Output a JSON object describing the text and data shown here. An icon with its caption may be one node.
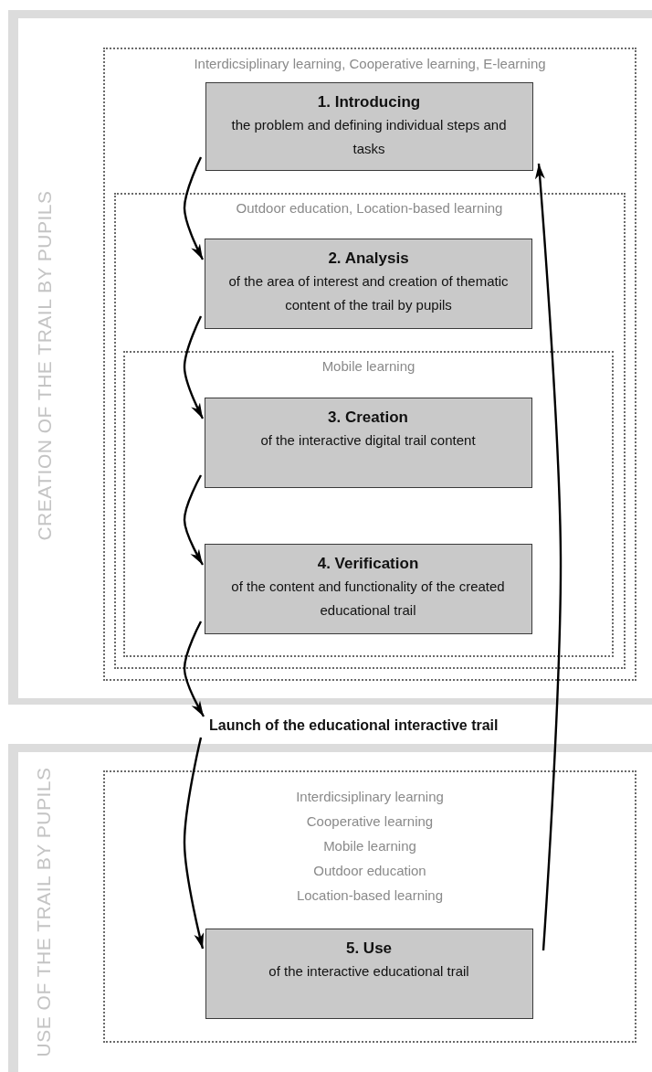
{
  "diagram": {
    "nodes": [
      {
        "text": [
          "CREATION OF THE TRAIL BY PUPILS"
        ]
      },
      {
        "text": [
          "Interdicsiplinary learning, Cooperative learning, E-learning"
        ],
        "in": 0
      },
      {
        "text": [
          "1. Introducing",
          "the problem and defining individual steps and tasks"
        ],
        "in": 1
      },
      {
        "text": [
          "Outdoor education, Location-based learning"
        ],
        "in": 1
      },
      {
        "text": [
          "2. Analysis",
          "of the area of interest and creation of thematic content of the trail by pupils"
        ],
        "in": 3
      },
      {
        "text": [
          "Mobile learning"
        ],
        "in": 3
      },
      {
        "text": [
          "3. Creation",
          "of the interactive digital trail content"
        ],
        "in": 5
      },
      {
        "text": [
          "4. Verification",
          "of the content and functionality of the created educational trail"
        ],
        "in": 5
      },
      {
        "text": [
          "Launch of the educational interactive trail"
        ]
      },
      {
        "text": [
          "USE OF THE TRAIL BY PUPILS"
        ]
      },
      {
        "text": [
          "Interdicsiplinary learning",
          "Cooperative learning",
          "Mobile learning",
          "Outdoor education",
          "Location-based learning"
        ],
        "in": 9
      },
      {
        "text": [
          "5. Use",
          "of the interactive educational trail"
        ],
        "in": 10
      }
    ],
    "edges": [
      {
        "from": 2,
        "to": 4,
        "arrow": "to"
      },
      {
        "from": 4,
        "to": 6,
        "arrow": "to"
      },
      {
        "from": 6,
        "to": 7,
        "arrow": "to"
      },
      {
        "from": 7,
        "to": 8,
        "arrow": "to"
      },
      {
        "from": 8,
        "to": 11,
        "arrow": "to"
      },
      {
        "from": 11,
        "to": 2,
        "arrow": "to"
      }
    ]
  }
}
